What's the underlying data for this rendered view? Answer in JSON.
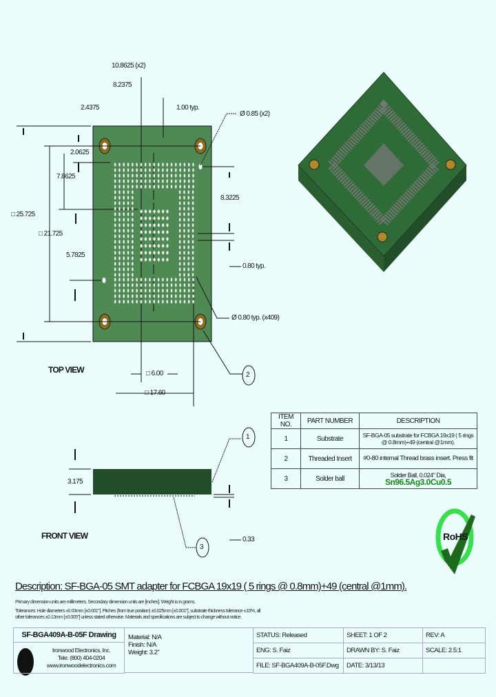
{
  "top_view": {
    "label": "TOP VIEW",
    "dims": {
      "d1": "10.8625 (x2)",
      "d2": "8.2375",
      "d3": "2.4375",
      "d4": "1.00 typ.",
      "d5": "Ø 0.85 (x2)",
      "d6": "2.0625",
      "d7": "7.8625",
      "d8": "8.3225",
      "d9": "□ 25.725",
      "d10": "□ 21.725",
      "d11": "5.7825",
      "d12": "0.80 typ.",
      "d13": "Ø 0.80 typ. (x409)",
      "d14": "□ 6.00",
      "d15": "□ 17.60"
    },
    "balloon": "2"
  },
  "front_view": {
    "label": "FRONT VIEW",
    "dims": {
      "thickness": "3.175",
      "ball": "0.33"
    },
    "balloons": [
      "1",
      "3"
    ]
  },
  "bom": {
    "headers": [
      "ITEM NO.",
      "PART NUMBER",
      "DESCRIPTION"
    ],
    "rows": [
      {
        "item": "1",
        "part": "Substrate",
        "desc": "SF-BGA-05 substrate for FCBGA 19x19 ( 5 rings @ 0.8mm)+49 (central @1mm)."
      },
      {
        "item": "2",
        "part": "Threaded Insert",
        "desc": "#0-80 internal Thread brass insert. Press fit"
      },
      {
        "item": "3",
        "part": "Solder ball",
        "desc": "Solder Ball, 0.024\" Dia,",
        "desc_highlight": "Sn96.5Ag3.0Cu0.5"
      }
    ]
  },
  "rohs": {
    "label": "RoHS"
  },
  "description": {
    "title": "Description: SF-BGA-05 SMT adapter for FCBGA 19x19 ( 5 rings @ 0.8mm)+49 (central @1mm).",
    "note1": "Primary dimension units are millimeters. Secondary dimension units are [inches]. Weight is in grams.",
    "note2": "Tolerances: Hole diameters ±0.03mm [±0.001\"]. Pitches (from true position) ±0.025mm [±0.001\"], substrate thickness tolerance ±10%, all",
    "note3": "other tolerances ±0.13mm [±0.005\"] unless stated otherwise. Materials and specifications are subject to change without notice."
  },
  "title_block": {
    "drawing_title": "SF-BGA409A-B-05F Drawing",
    "company": "Ironwood Electronics, Inc.",
    "tele": "Tele: (800) 404-0204",
    "web": "www.ironwoodelectronics.com",
    "material": "Material: N/A",
    "finish": "Finish: N/A",
    "weight": "Weight: 3.2\"",
    "status": "STATUS: Released",
    "sheet": "SHEET: 1 OF 2",
    "rev": "REV: A",
    "eng": "ENG: S. Faiz",
    "drawn_by": "DRAWN BY: S. Faiz",
    "scale": "SCALE: 2.5:1",
    "file": "FILE: SF-BGA409A-B-05F.Dwg",
    "date": "DATE: 3/13/13"
  },
  "colors": {
    "background": "#ecfdfe",
    "board_top": "#4f8a55",
    "board_3d": "#2f6b37",
    "board_front": "#214d28",
    "brass": "#8a6d1e",
    "rohs_green": "#35e04a"
  }
}
